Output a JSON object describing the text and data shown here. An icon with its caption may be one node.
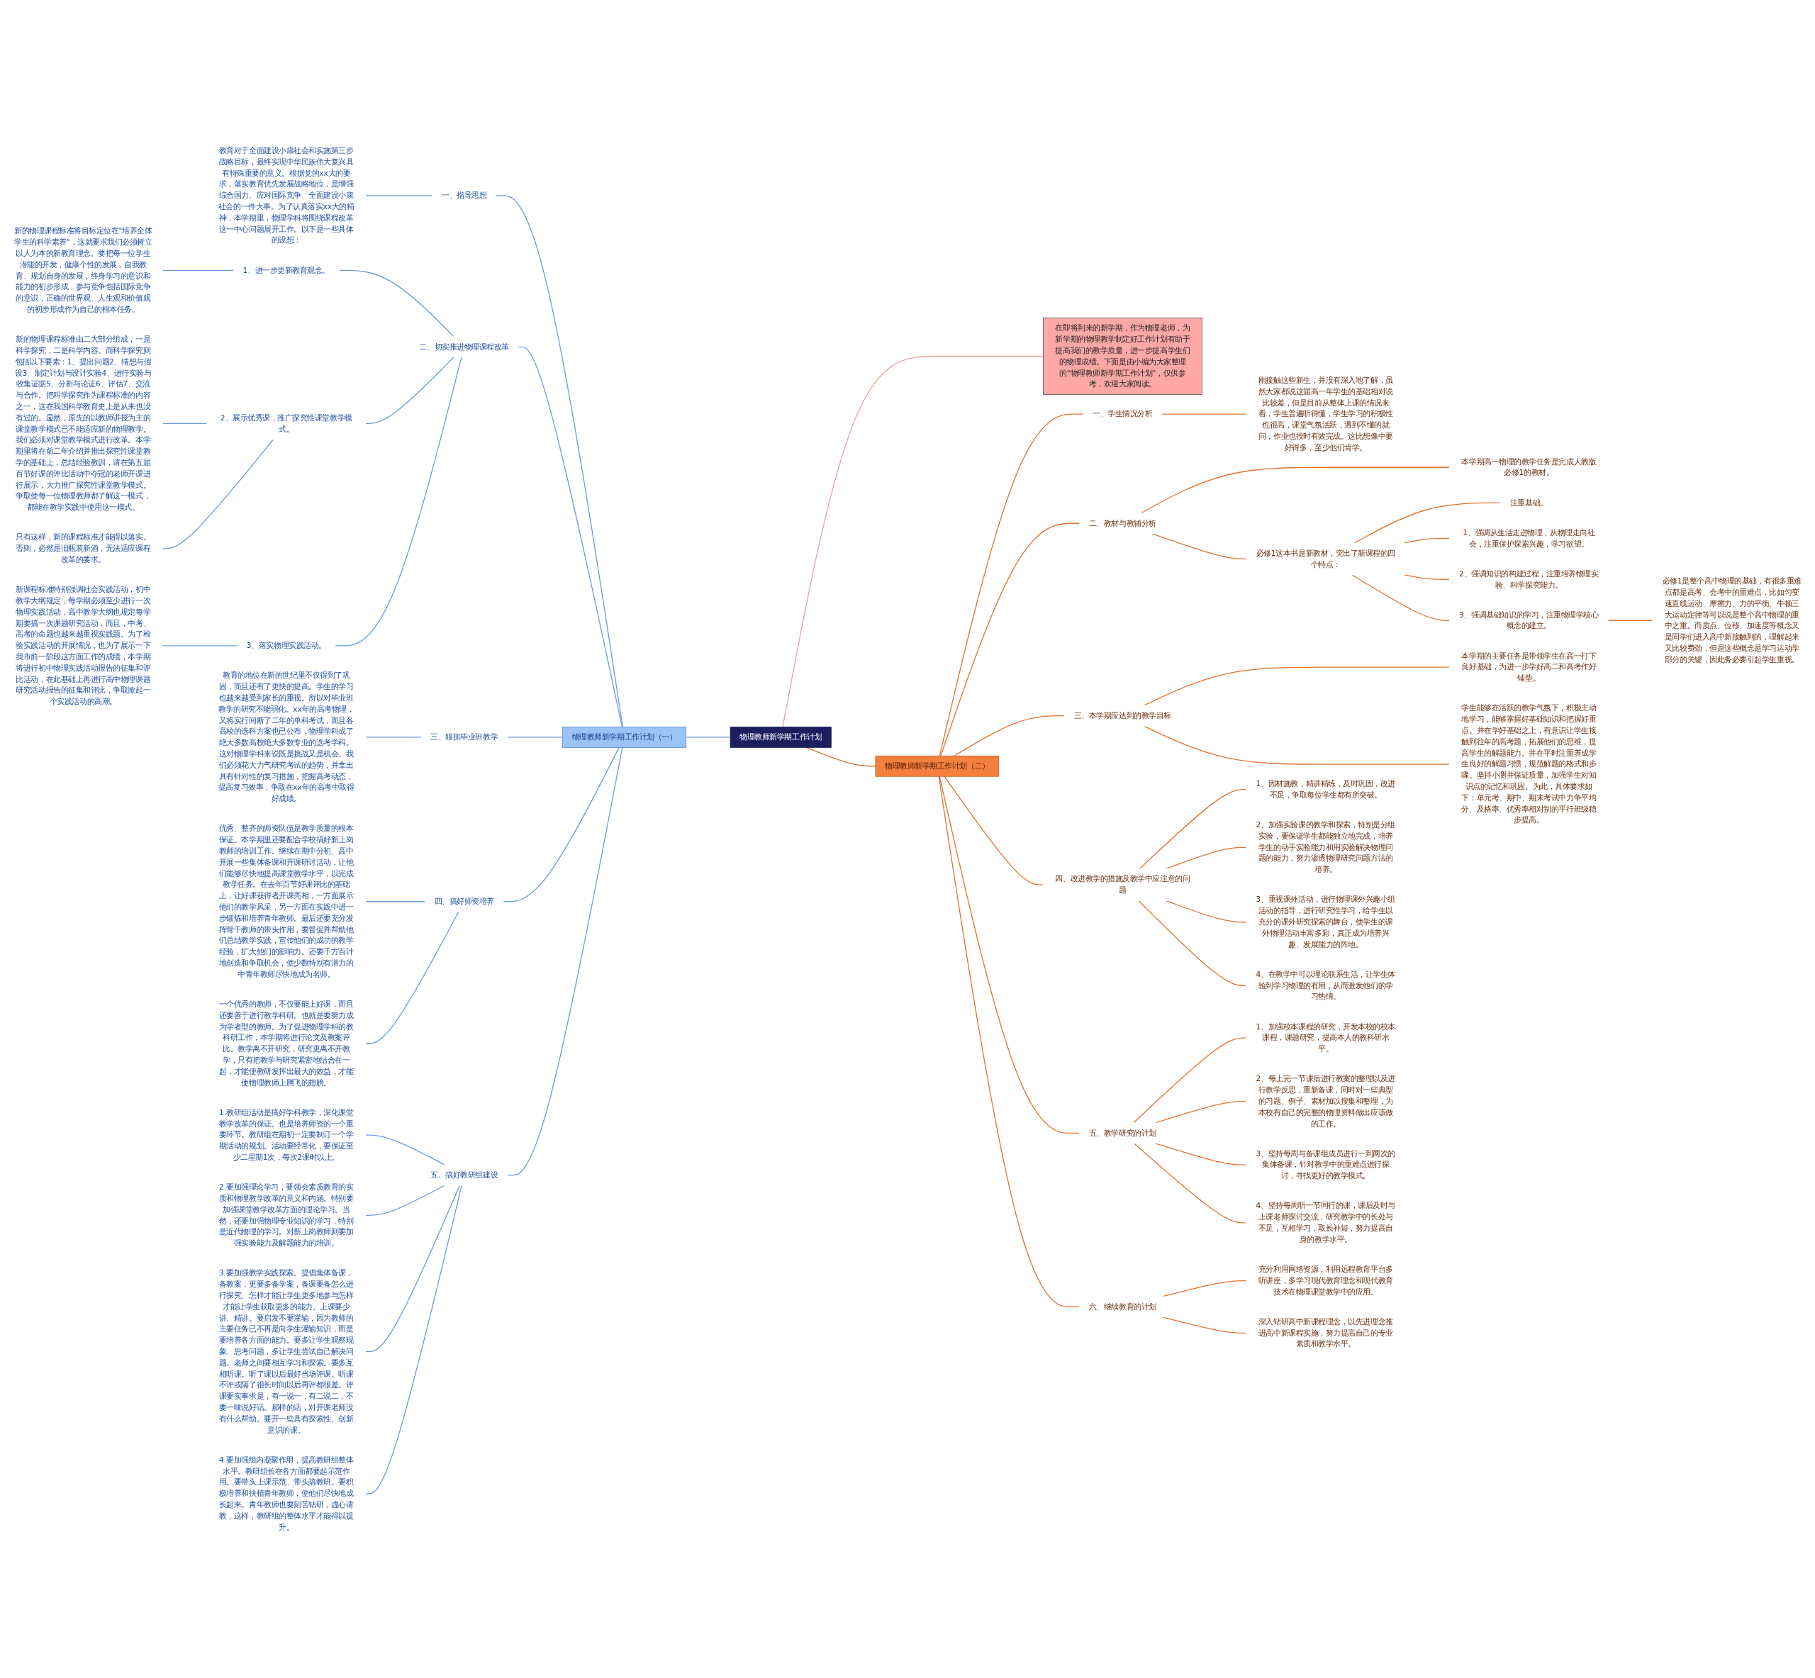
{
  "diagram": {
    "nodes": [
      {
        "text": [
          "物理教师新学期工作计划"
        ]
      },
      {
        "text": [
          "在即将到来的新学期，作为物理老师，为新学期的物理教学制定好工作计划有助于提高我们的教学质量，进一步提高学生们的物理成绩。下面是由小编为大家整理的\"物理教师新学期工作计划\"，仅供参考，欢迎大家阅读。"
        ]
      },
      {
        "text": [
          "物理教师新学期工作计划（一）"
        ]
      },
      {
        "text": [
          "一、指导思想"
        ]
      },
      {
        "text": [
          "教育对于全面建设小康社会和实施第三步战略目标，最终实现中华民族伟大复兴具有特殊重要的意义。根据党的xx大的要求，落实教育优先发展战略地位，是增强综合国力、应对国际竞争、全面建设小康社会的一件大事。为了认真落实xx大的精神，本学期里，物理学科将围绕课程改革这一中心问题展开工作。以下是一些具体的设想："
        ]
      },
      {
        "text": [
          "二、切实推进物理课程改革"
        ]
      },
      {
        "text": [
          "1、进一步更新教育观念。"
        ]
      },
      {
        "text": [
          "新的物理课程标准将目标定位在\"培养全体学生的科学素养\"，这就要求我们必须树立以人为本的新教育理念。要把每一位学生潜能的开发，健康个性的发展，自我教育、规划自身的发展，终身学习的意识和能力的初步形成，参与竞争包括国际竞争的意识，正确的世界观、人生观和价值观的初步形成作为自己的根本任务。"
        ]
      },
      {
        "text": [
          "2、展示优秀课，推广探究性课堂教学模式。"
        ]
      },
      {
        "text": [
          "新的物理课程标准由二大部分组成，一是科学探究，二是科学内容。而科学探究则包括以下要素：1、提出问题2、猜想与假设3、制定计划与设计实验4、进行实验与收集证据5、分析与论证6、评估7、交流与合作。把科学探究作为课程标准的内容之一，这在我国科学教育史上是从来也没有过的。显然，原先的以教师讲授为主的课堂教学模式已不能适应新的物理教学。我们必须对课堂教学模式进行改革。本学期里将在前二年介绍并推出探究性课堂教学的基础上，总结经验教训，请在第五届百节好课的评比活动中夺冠的老师开课进行展示，大力推广探究性课堂教学模式。争取使每一位物理教师都了解这一模式，都能在教学实践中使用这一模式。"
        ]
      },
      {
        "text": [
          "只有这样，新的课程标准才能得以落实。否则，必然是旧瓶装新酒，无法适应课程改革的要求。"
        ]
      },
      {
        "text": [
          "3、落实物理实践活动。"
        ]
      },
      {
        "text": [
          "新课程标准特别强调社会实践活动，初中教学大纲规定，每学期必须至少进行一次物理实践活动，高中教学大纲也规定每学期要搞一次课题研究活动，而且，中考、高考的命题也越来越重视实践题。为了检验实践活动的开展情况，也为了展示一下我市前一阶段这方面工作的成绩，本学期将进行初中物理实践活动报告的征集和评比活动，在此基础上再进行高中物理课题研究活动报告的征集和评比，争取掀起一个实践活动的高潮。"
        ]
      },
      {
        "text": [
          "三、狠抓毕业班教学"
        ]
      },
      {
        "text": [
          "教育的地位在新的世纪里不仅得到了巩固，而且还有了更快的提高。学生的学习也越来越受到家长的重视。所以对毕业班教学的研究不能弱化。xx年的高考物理，又将实行间断了二年的单科考试，而且各高校的选科方案也已公布，物理学科成了绝大多数高校绝大多数专业的选考学科。这对物理学科来说既是挑战又是机会。我们必须花大力气研究考试的趋势，并拿出具有针对性的复习措施，把握高考动态，提高复习效率，争取在xx年的高考中取得好成绩。"
        ]
      },
      {
        "text": [
          "四、搞好师资培养"
        ]
      },
      {
        "text": [
          "优秀、整齐的师资队伍是教学质量的根本保证。本学期里还要配合学校搞好新上岗教师的培训工作。继续在期中分初、高中开展一些集体备课和开课研讨活动，让他们能够尽快地提高课堂教学水平，以完成教学任务。在去年百节好课评比的基础上，让好课获得者开课亮相，一方面展示他们的教学风采，另一方面在实践中进一步锻炼和培养青年教师。最后还要充分发挥骨干教师的带头作用，要督促并帮助他们总结教学实践，宣传他们的成功的教学经验，扩大他们的影响力。还要千方百计地创造和争取机会，使少数特别有潜力的中青年教师尽快地成为名师。"
        ]
      },
      {
        "text": [
          "一个优秀的教师，不仅要能上好课，而且还要善于进行教学科研。也就是要努力成为学者型的教师。为了促进物理学科的教科研工作，本学期将进行论文及教案评比。教学离不开研究，研究更离不开教学，只有把教学与研究紧密地结合在一起，才能使教研发挥出最大的效益，才能使物理教师上腾飞的翅膀。"
        ]
      },
      {
        "text": [
          "五、搞好教研组建设"
        ]
      },
      {
        "text": [
          "1.教研组活动是搞好学科教学，深化课堂教学改革的保证。也是培养师资的一个重要环节。教研组在期初一定要制订一个学期活动的规划。活动要经常化，要保证至少二星期1次，每次2课时以上。"
        ]
      },
      {
        "text": [
          "2.要加强理论学习，要领会素质教育的实质和物理教学改革的意义和内涵。特别要加强课堂教学改革方面的理论学习。当然，还要加强物理专业知识的学习，特别是近代物理的学习。对新上岗教师则要加强实验能力及解题能力的培训。"
        ]
      },
      {
        "text": [
          "3.要加强教学实践探索。提倡集体备课，备教案，更要多备学案，备课要备怎么进行探究、怎样才能让学生更多地参与怎样才能让学生获取更多的能力。上课要少讲、精讲。要启发不要灌输，因为教师的主要任务已不再是向学生灌输知识，而是要培养各方面的能力。要多让学生观察现象、思考问题，多让学生尝试自己解决问题。老师之间要相互学习和探索。要多互相听课。听了课以后最好当场评课。听课不评或隔了很长时间以后再评都很差。评课要实事求是，有一说一，有二说二，不要一味说好话。那样的话，对开课老师没有什么帮助。要开一些具有探索性、创新意识的课。"
        ]
      },
      {
        "text": [
          "4.要加强组内凝聚作用，提高教研组整体水平。教研组长在各方面都要起示范作用。要带头上课示范、带头搞教研。要积极培养和扶植青年教师，使他们尽快地成长起来。青年教师也要刻苦钻研，虚心请教，这样，教研组的整体水平才能得以提升。"
        ]
      },
      {
        "text": [
          "物理教师新学期工作计划（二）"
        ]
      },
      {
        "text": [
          "一、学生情况分析"
        ]
      },
      {
        "text": [
          "刚接触这些新生，并没有深入地了解，虽然大家都说这届高一年学生的基础相对说比较差，但是目前从整体上课的情况来看，学生普遍听得懂，学生学习的积极性也很高，课堂气氛活跃，遇到不懂的就问，作业也按时有效完成。这比想像中要好得多，至少他们肯学。"
        ]
      },
      {
        "text": [
          "二、教材与教辅分析"
        ]
      },
      {
        "text": [
          "本学期高一物理的教学任务是完成人教版必修1的教材。"
        ]
      },
      {
        "text": [
          "必修1这本书是新教材，突出了新课程的四个特点："
        ]
      },
      {
        "text": [
          "注重基础。"
        ]
      },
      {
        "text": [
          "1、强调从生活走进物理，从物理走向社会，注重保护探索兴趣，学习欲望。"
        ]
      },
      {
        "text": [
          "2、强调知识的构建过程，注重培养物理实验、科学探究能力。"
        ]
      },
      {
        "text": [
          "3、强调基础知识的学习，注重物理学核心概念的建立。"
        ]
      },
      {
        "text": [
          "必修1是整个高中物理的基础，有很多重难点都是高考、会考中的重难点，比如匀变速直线运动、摩擦力、力的平衡、牛顿三大运动定律等可以说是整个高中物理的重中之重。而质点、位移、加速度等概念又是同学们进入高中新接触到的，理解起来又比较费劲，但是这些概念是学习运动学部分的关键，因此务必要引起学生重视。"
        ]
      },
      {
        "text": [
          "三、本学期应达到的教学目标"
        ]
      },
      {
        "text": [
          "本学期的主要任务是带领学生在高一打下良好基础，为进一步学好高二和高考作好铺垫。"
        ]
      },
      {
        "text": [
          "学生能够在活跃的教学气氛下，积极主动地学习，能够掌握好基础知识和把握好重点。并在学好基础之上，有意识让学生接触到往年的高考题，拓展他们的思维，提高学生的解题能力。并在平时注重养成学生良好的解题习惯，规范解题的格式和步骤。坚持小测并保证质量，加强学生对知识点的记忆和巩固。为此，具体要求如下：单元考、期中、期末考试中力争平均分、及格率、优秀率相对别的平行班级稳步提高。"
        ]
      },
      {
        "text": [
          "四、改进教学的措施及教学中应注意的问题"
        ]
      },
      {
        "text": [
          "1、因材施教，精讲精练，及时巩固，改进不足，争取每位学生都有所突破。"
        ]
      },
      {
        "text": [
          "2、加强实验课的教学和探索，特别是分组实验，要保证学生都能独立地完成，培养学生的动手实验能力和用实验解决物理问题的能力，努力渗透物理研究问题方法的培养。"
        ]
      },
      {
        "text": [
          "3、重视课外活动，进行物理课外兴趣小组活动的指导，进行研究性学习，给学生以充分的课外研究探索的舞台，使学生的课外物理活动丰富多彩，真正成为培养兴趣、发展能力的阵地。"
        ]
      },
      {
        "text": [
          "4、在教学中可以理论联系生活，让学生体验到学习物理的有用，从而激发他们的学习热情。"
        ]
      },
      {
        "text": [
          "五、教学研究的计划"
        ]
      },
      {
        "text": [
          "1、加强校本课程的研究，开发本校的校本课程，课题研究，提高本人的教科研水平。"
        ]
      },
      {
        "text": [
          "2、每上完一节课后进行教案的整理以及进行教学反思，重新备课，同时对一些典型的习题、例子、素材加以搜集和整理，为本校有自己的完整的物理资料做出应该做的工作。"
        ]
      },
      {
        "text": [
          "3、坚持每周与备课组成员进行一到两次的集体备课，针对教学中的重难点进行探讨，寻找更好的教学模式。"
        ]
      },
      {
        "text": [
          "4、坚持每周听一节同行的课，课后及时与上课老师探讨交流，研究教学中的长处与不足，互相学习，取长补短，努力提高自身的教学水平。"
        ]
      },
      {
        "text": [
          "六、继续教育的计划"
        ]
      },
      {
        "text": [
          "充分利用网络资源，利用远程教育平台多听讲座，多学习现代教育理念和现代教育技术在物理课堂教学中的应用。"
        ]
      },
      {
        "text": [
          "深入钻研高中新课程理念，以先进理念推进高中新课程实施，努力提高自己的专业素质和教学水平。"
        ]
      }
    ],
    "edges": [
      {
        "from": 0,
        "to": 1,
        "arrow": "none",
        "color": "#f0a0a0"
      },
      {
        "from": 0,
        "to": 2,
        "arrow": "none",
        "color": "#6b9be0"
      },
      {
        "from": 2,
        "to": 3,
        "arrow": "none",
        "color": "#6b9be0"
      },
      {
        "from": 3,
        "to": 4,
        "arrow": "none",
        "color": "#6b9be0"
      },
      {
        "from": 2,
        "to": 5,
        "arrow": "none",
        "color": "#6b9be0"
      },
      {
        "from": 5,
        "to": 6,
        "arrow": "none",
        "color": "#6b9be0"
      },
      {
        "from": 6,
        "to": 7,
        "arrow": "none",
        "color": "#6b9be0"
      },
      {
        "from": 5,
        "to": 8,
        "arrow": "none",
        "color": "#6b9be0"
      },
      {
        "from": 8,
        "to": 9,
        "arrow": "none",
        "color": "#6b9be0"
      },
      {
        "from": 8,
        "to": 10,
        "arrow": "none",
        "color": "#6b9be0"
      },
      {
        "from": 5,
        "to": 11,
        "arrow": "none",
        "color": "#6b9be0"
      },
      {
        "from": 11,
        "to": 12,
        "arrow": "none",
        "color": "#6b9be0"
      },
      {
        "from": 2,
        "to": 13,
        "arrow": "none",
        "color": "#6b9be0"
      },
      {
        "from": 13,
        "to": 14,
        "arrow": "none",
        "color": "#6b9be0"
      },
      {
        "from": 2,
        "to": 15,
        "arrow": "none",
        "color": "#6b9be0"
      },
      {
        "from": 15,
        "to": 16,
        "arrow": "none",
        "color": "#6b9be0"
      },
      {
        "from": 15,
        "to": 17,
        "arrow": "none",
        "color": "#6b9be0"
      },
      {
        "from": 2,
        "to": 18,
        "arrow": "none",
        "color": "#6b9be0"
      },
      {
        "from": 18,
        "to": 19,
        "arrow": "none",
        "color": "#6b9be0"
      },
      {
        "from": 18,
        "to": 20,
        "arrow": "none",
        "color": "#6b9be0"
      },
      {
        "from": 18,
        "to": 21,
        "arrow": "none",
        "color": "#6b9be0"
      },
      {
        "from": 18,
        "to": 22,
        "arrow": "none",
        "color": "#6b9be0"
      },
      {
        "from": 0,
        "to": 23,
        "arrow": "none"
      },
      {
        "from": 23,
        "to": 24,
        "arrow": "none"
      },
      {
        "from": 24,
        "to": 25,
        "arrow": "none"
      },
      {
        "from": 23,
        "to": 26,
        "arrow": "none"
      },
      {
        "from": 26,
        "to": 27,
        "arrow": "none"
      },
      {
        "from": 26,
        "to": 28,
        "arrow": "none"
      },
      {
        "from": 28,
        "to": 29,
        "arrow": "none"
      },
      {
        "from": 28,
        "to": 30,
        "arrow": "none"
      },
      {
        "from": 28,
        "to": 31,
        "arrow": "none"
      },
      {
        "from": 28,
        "to": 32,
        "arrow": "none"
      },
      {
        "from": 32,
        "to": 33,
        "arrow": "none"
      },
      {
        "from": 23,
        "to": 34,
        "arrow": "none"
      },
      {
        "from": 34,
        "to": 35,
        "arrow": "none"
      },
      {
        "from": 34,
        "to": 36,
        "arrow": "none"
      },
      {
        "from": 23,
        "to": 37,
        "arrow": "none"
      },
      {
        "from": 37,
        "to": 38,
        "arrow": "none"
      },
      {
        "from": 37,
        "to": 39,
        "arrow": "none"
      },
      {
        "from": 37,
        "to": 40,
        "arrow": "none"
      },
      {
        "from": 37,
        "to": 41,
        "arrow": "none"
      },
      {
        "from": 23,
        "to": 42,
        "arrow": "none"
      },
      {
        "from": 42,
        "to": 43,
        "arrow": "none"
      },
      {
        "from": 42,
        "to": 44,
        "arrow": "none"
      },
      {
        "from": 42,
        "to": 45,
        "arrow": "none"
      },
      {
        "from": 42,
        "to": 46,
        "arrow": "none"
      },
      {
        "from": 23,
        "to": 47,
        "arrow": "none"
      },
      {
        "from": 47,
        "to": 48,
        "arrow": "none"
      },
      {
        "from": 47,
        "to": 49,
        "arrow": "none"
      }
    ]
  }
}
